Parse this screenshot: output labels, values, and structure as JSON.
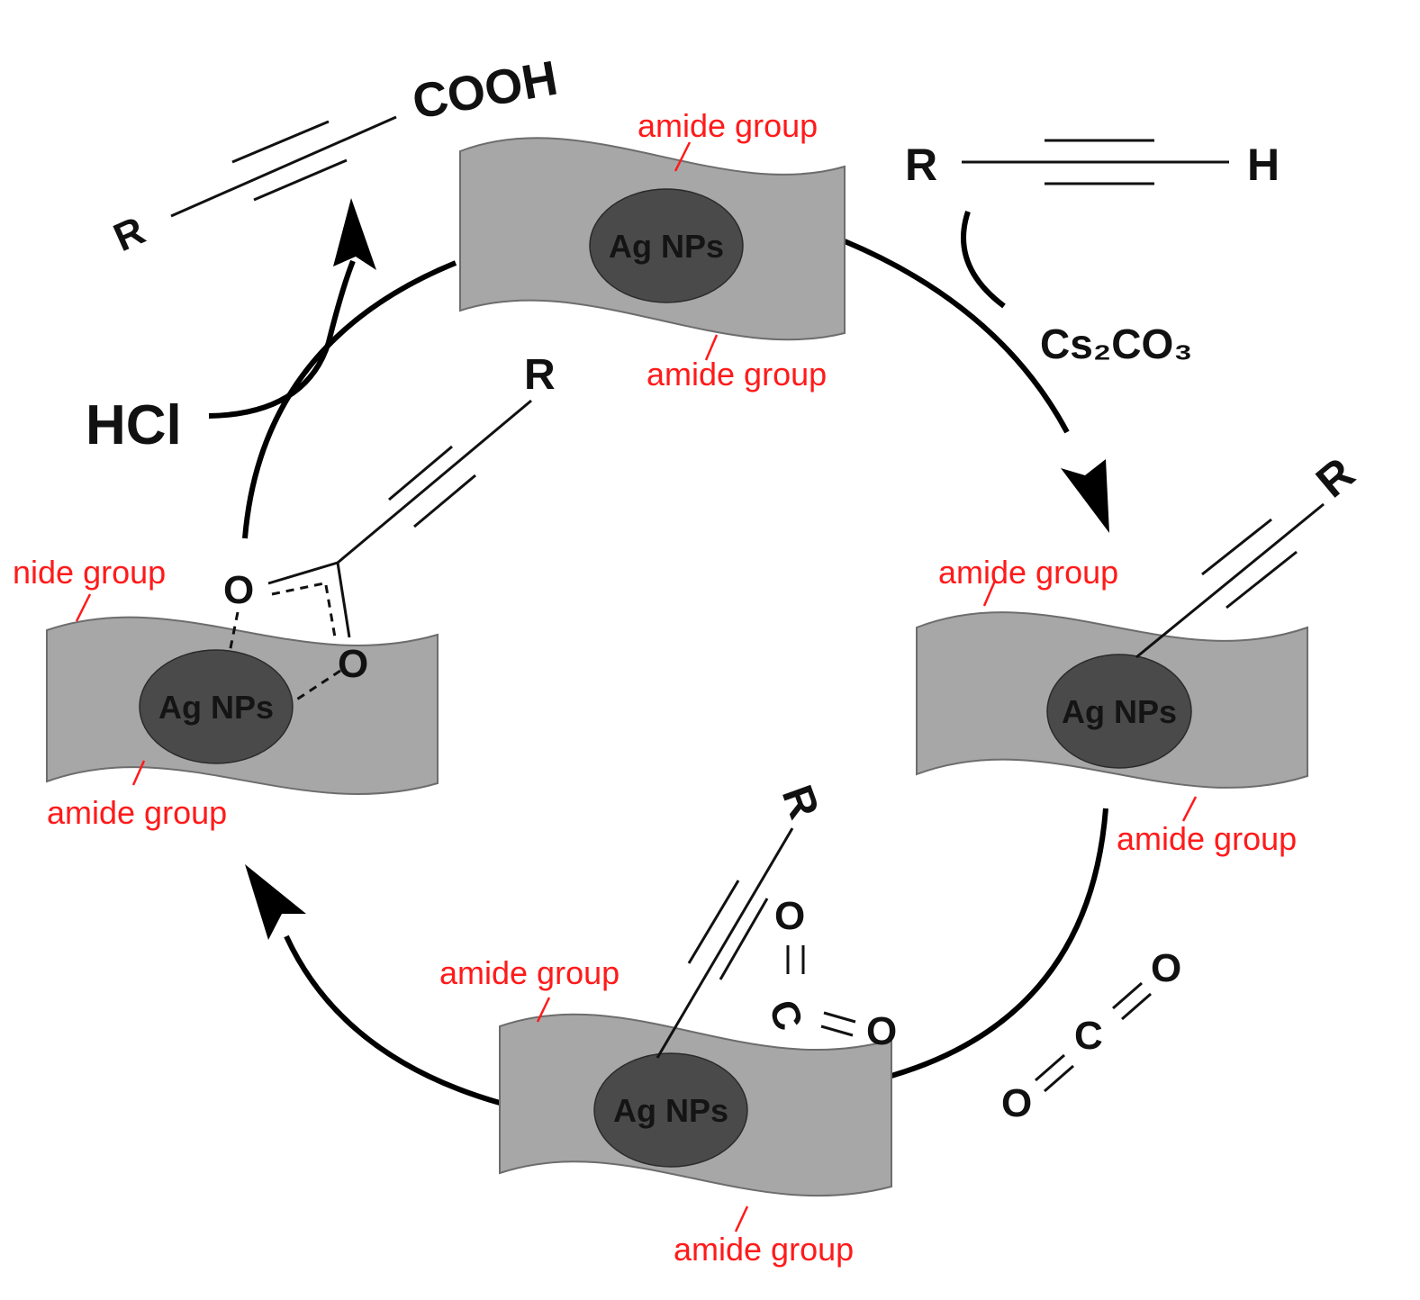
{
  "labels": {
    "amide": "amide group",
    "amide_cut": "nide group",
    "np": "Ag NPs"
  },
  "chemistry": {
    "product_r": "R",
    "product_acid": "COOH",
    "alkyne_r": "R",
    "alkyne_h": "H",
    "base": "Cs₂CO₃",
    "acid": "HCl",
    "substituent": "R",
    "oxygen": "O",
    "carbon": "C"
  },
  "colors": {
    "amide_text": "#ff1a1a",
    "sheet": "#a7a7a7",
    "nanoparticle": "#4a4a4a"
  }
}
